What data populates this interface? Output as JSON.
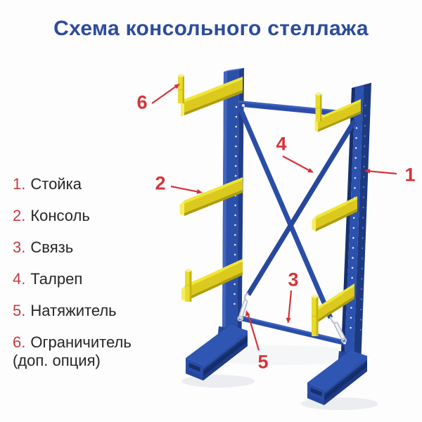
{
  "title": "Схема консольного стеллажа",
  "legend": {
    "items": [
      {
        "number": "1.",
        "label": "Стойка"
      },
      {
        "number": "2.",
        "label": "Консоль"
      },
      {
        "number": "3.",
        "label": "Связь"
      },
      {
        "number": "4.",
        "label": "Талреп"
      },
      {
        "number": "5.",
        "label": "Натяжитель"
      },
      {
        "number": "6.",
        "label": "Ограничитель\n(доп. опция)"
      }
    ]
  },
  "diagram": {
    "callouts": [
      {
        "label": "1",
        "target": "стойка (правая вертикальная стойка)"
      },
      {
        "label": "2",
        "target": "консоль (средняя левая консоль)"
      },
      {
        "label": "3",
        "target": "связь (нижняя горизонтальная связь)"
      },
      {
        "label": "4",
        "target": "талреп (диагональная тяга)"
      },
      {
        "label": "5",
        "target": "натяжитель (стяжная муфта у стойки)"
      },
      {
        "label": "6",
        "target": "ограничитель (вертикальный штырь на консоли)"
      }
    ]
  },
  "colors": {
    "title_blue": "#2c4c9d",
    "accent_red": "#d43439",
    "legend_number_red": "#c23a3f",
    "legend_text": "#262626",
    "steel_blue": "#2b50a9",
    "steel_blue_dark": "#1e3c86",
    "steel_blue_light": "#4166c0",
    "arm_yellow": "#f1e636",
    "arm_yellow_shade": "#dcc91d",
    "arm_yellow_dark": "#ae9c0c",
    "turnbuckle_silver": "#f2f3f7",
    "background": "#fdfdfe"
  }
}
